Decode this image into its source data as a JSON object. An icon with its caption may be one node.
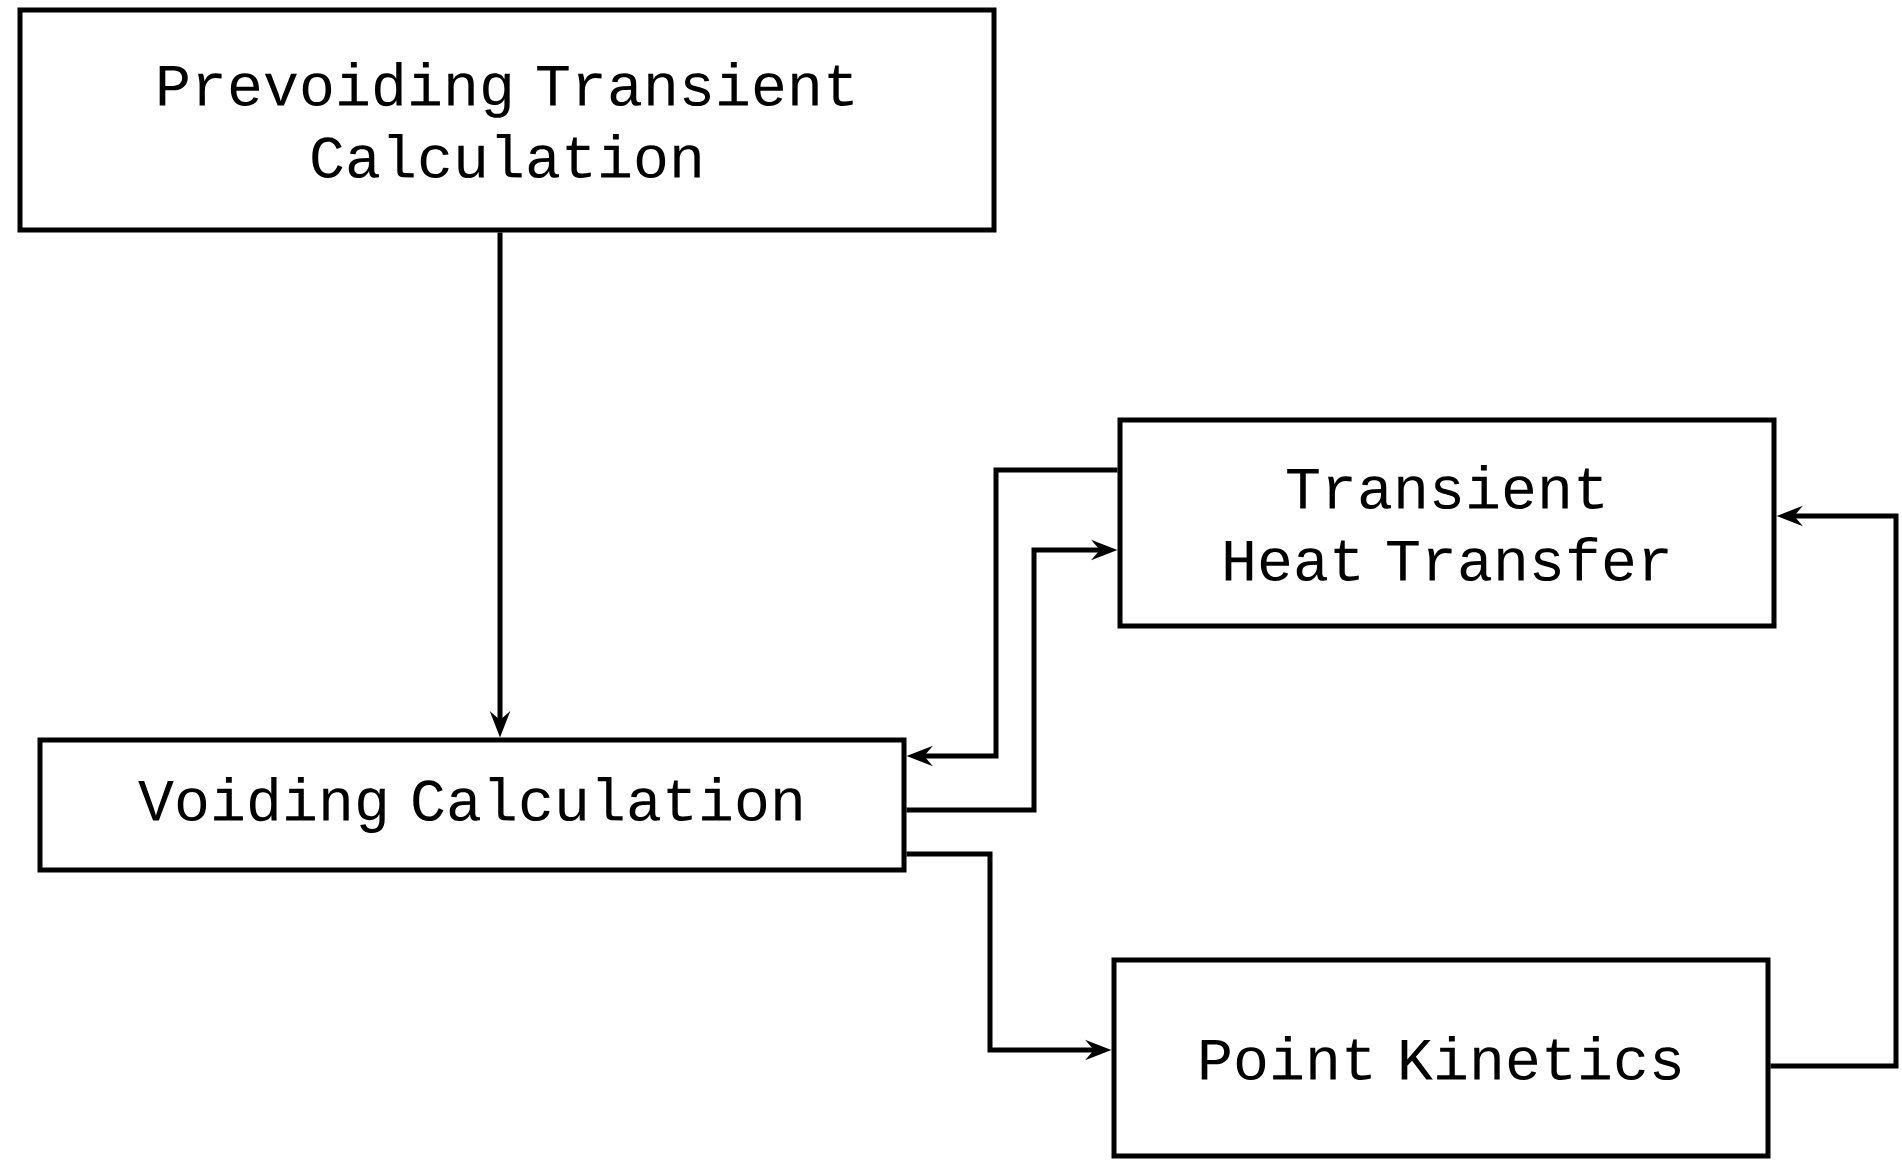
{
  "diagram": {
    "nodes": [
      {
        "text": [
          "Prevoiding Transient Calculation"
        ]
      },
      {
        "text": [
          "Voiding Calculation"
        ]
      },
      {
        "text": [
          "Transient Heat Transfer"
        ]
      },
      {
        "text": [
          "Point Kinetics"
        ]
      }
    ],
    "edges": [
      {
        "from": 0,
        "to": 1,
        "arrow": "to"
      },
      {
        "from": 2,
        "to": 1,
        "arrow": "to"
      },
      {
        "from": 1,
        "to": 2,
        "arrow": "to"
      },
      {
        "from": 1,
        "to": 3,
        "arrow": "to"
      },
      {
        "from": 3,
        "to": 2,
        "arrow": "to"
      }
    ]
  }
}
